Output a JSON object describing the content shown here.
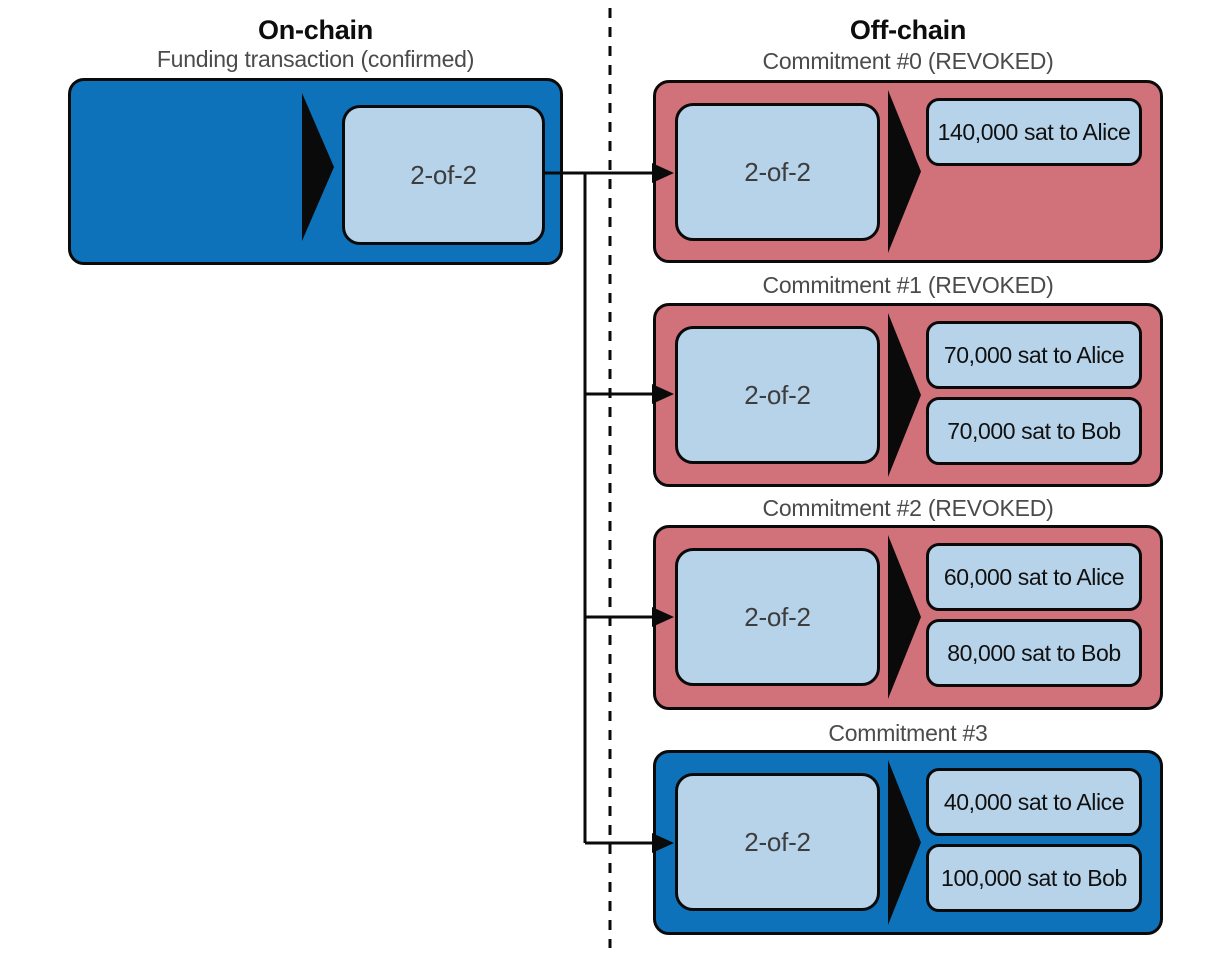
{
  "diagram": {
    "left_column": {
      "title": "On-chain",
      "subtitle": "Funding transaction (confirmed)"
    },
    "right_column": {
      "title": "Off-chain"
    },
    "funding": {
      "output_script_label": "2-of-2"
    },
    "commitments": [
      {
        "title": "Commitment #0 (REVOKED)",
        "status": "revoked",
        "input_label": "2-of-2",
        "outputs": [
          "140,000 sat to Alice"
        ]
      },
      {
        "title": "Commitment #1 (REVOKED)",
        "status": "revoked",
        "input_label": "2-of-2",
        "outputs": [
          "70,000 sat to Alice",
          "70,000 sat to Bob"
        ]
      },
      {
        "title": "Commitment #2 (REVOKED)",
        "status": "revoked",
        "input_label": "2-of-2",
        "outputs": [
          "60,000 sat to Alice",
          "80,000 sat to Bob"
        ]
      },
      {
        "title": "Commitment #3",
        "status": "current",
        "input_label": "2-of-2",
        "outputs": [
          "40,000 sat to Alice",
          "100,000 sat to Bob"
        ]
      }
    ],
    "colors": {
      "on_chain_blue": "#0d72ba",
      "script_light_blue": "#b7d3e9",
      "revoked_red": "#d1717a",
      "line_black": "#0a0a0a",
      "subtitle_gray": "#4b4b4b"
    }
  }
}
